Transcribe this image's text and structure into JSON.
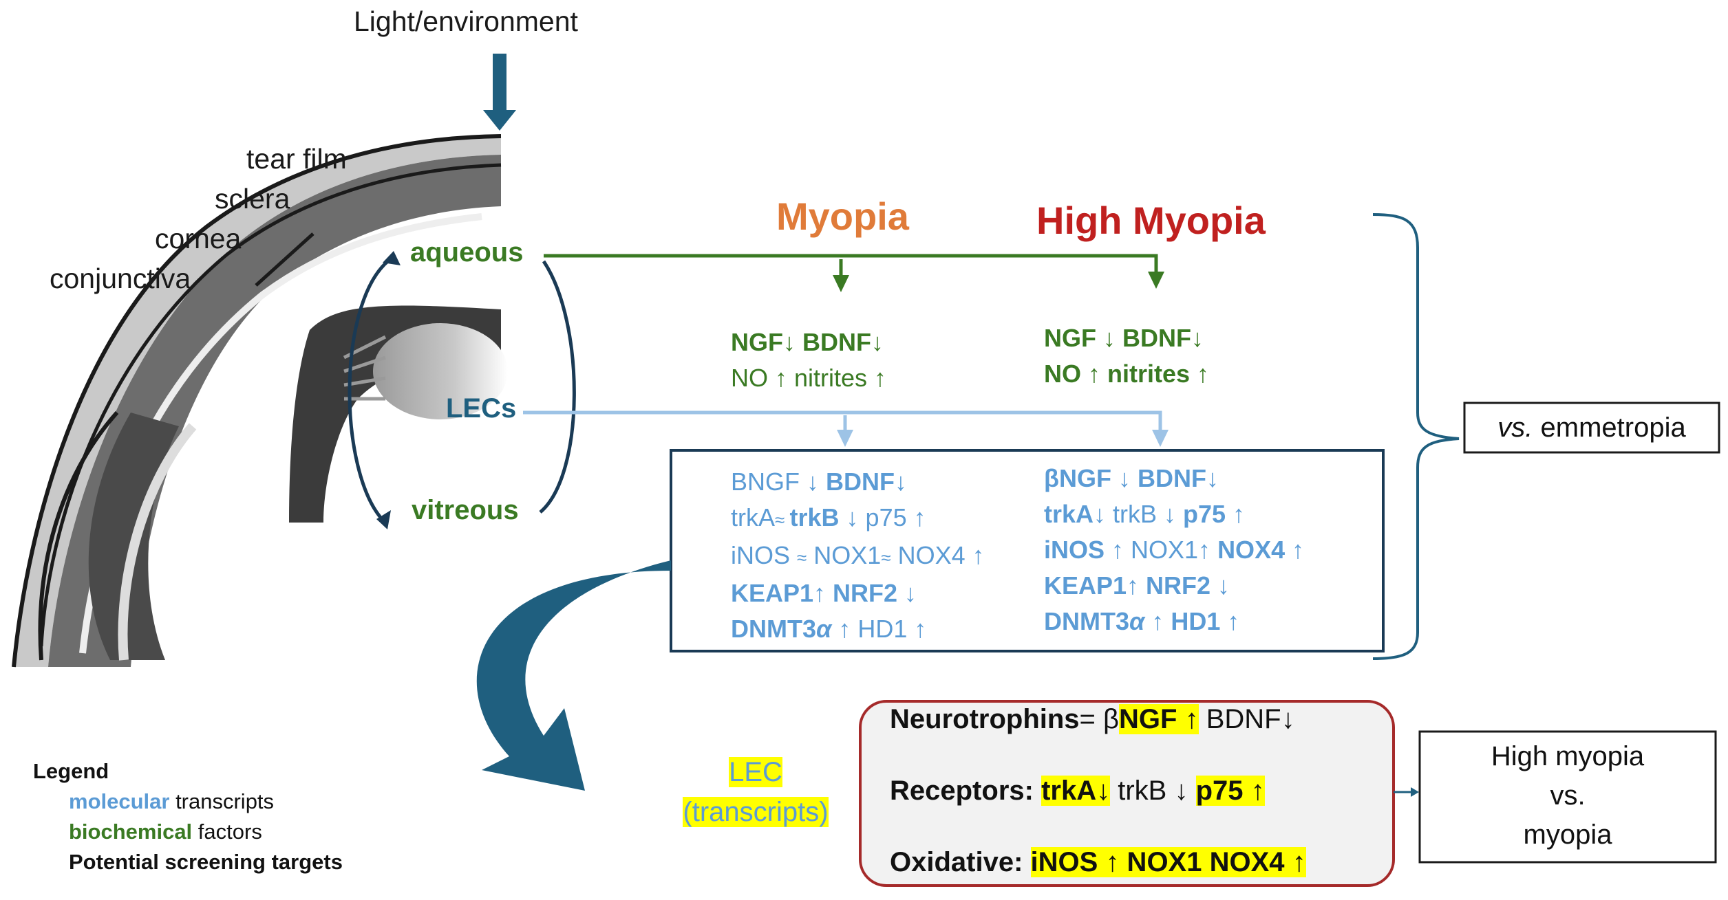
{
  "top_label": "Light/environment",
  "eye": {
    "tear_film": "tear film",
    "sclera": "sclera",
    "cornea": "cornea",
    "conjunctiva": "conjunctiva",
    "aqueous": "aqueous",
    "lecs": "LECs",
    "vitreous": "vitreous"
  },
  "headers": {
    "myopia": "Myopia",
    "high_myopia": "High Myopia"
  },
  "myopia_biochem": {
    "l1": [
      "NGF",
      "↓ ",
      "BDNF",
      "↓"
    ],
    "l2": [
      "NO ↑ nitrites ↑"
    ]
  },
  "high_myopia_biochem": {
    "l1": [
      "NGF ↓ BDNF",
      "↓"
    ],
    "l2": [
      "NO ↑ nitrites ↑"
    ]
  },
  "myopia_molecular": [
    [
      "BNGF ↓ ",
      "BDNF",
      "↓"
    ],
    [
      "trkA",
      "≈ ",
      "trkB ↓",
      " p75 ↑"
    ],
    [
      "iNOS ",
      "≈",
      " NOX1",
      "≈",
      " NOX4 ↑"
    ],
    [
      "KEAP1↑ NRF2 ↓"
    ],
    [
      "DNMT3",
      "α ↑",
      "  HD1 ↑"
    ]
  ],
  "high_myopia_molecular": [
    [
      "βNGF ↓ BDNF",
      "↓"
    ],
    [
      "trkA",
      "↓",
      " trkB ↓ ",
      "p75 ↑"
    ],
    [
      "iNOS ↑",
      " NOX1↑ ",
      "NOX4 ↑"
    ],
    [
      "KEAP1↑ NRF2 ↓"
    ],
    [
      "DNMT3",
      "α",
      " ↑  HD1 ↑"
    ]
  ],
  "vs_emmetropia": {
    "italic": "vs.",
    "rest": " emmetropia"
  },
  "lec_box": {
    "line1": "LEC",
    "line2": "(transcripts)"
  },
  "targets": {
    "neurotrophins": {
      "label": "Neurotrophins",
      "eq": "= β",
      "hl": "NGF ↑",
      "rest": " BDNF↓"
    },
    "receptors": {
      "label": "Receptors:",
      "hl1": "trkA↓",
      "mid": " trkB ↓ ",
      "hl2": "p75 ↑"
    },
    "oxidative": {
      "label": "Oxidative:",
      "hl": "iNOS ↑ NOX1 NOX4 ↑"
    }
  },
  "hm_vs_m": {
    "line1": "High myopia",
    "line2": "vs.",
    "line3": "myopia"
  },
  "legend": {
    "title": "Legend",
    "molecular_word": "molecular",
    "molecular_rest": " transcripts",
    "biochemical_word": "biochemical",
    "biochemical_rest": " factors",
    "targets": "Potential screening targets"
  },
  "colors": {
    "green": "#3a7a23",
    "blue": "#5b9bd5",
    "myopia_orange": "#e07b39",
    "high_myopia_red": "#c0201f",
    "dark_teal": "#1f5f7f",
    "highlight": "#ffff00",
    "target_border": "#a52a2a"
  }
}
